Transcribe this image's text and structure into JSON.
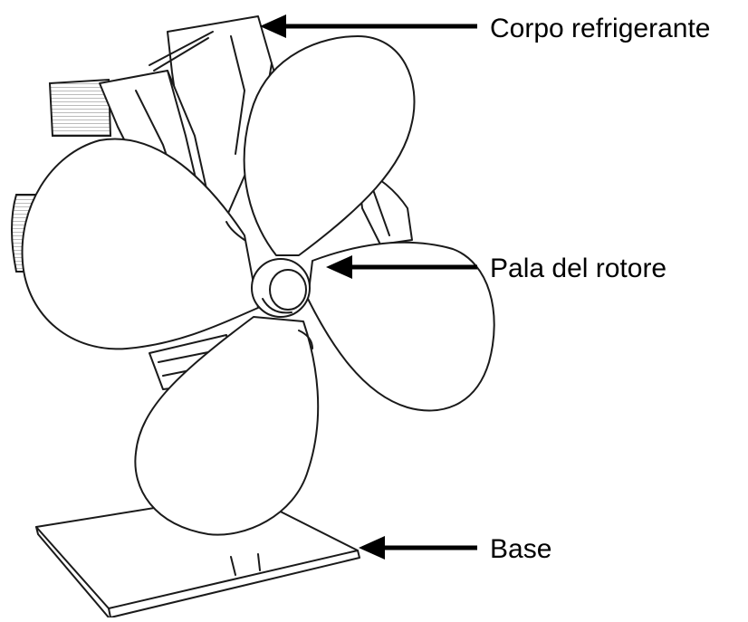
{
  "labels": {
    "cooling_body": "Corpo refrigerante",
    "rotor_blade": "Pala del rotore",
    "base": "Base"
  },
  "colors": {
    "stroke": "#1a1a1a",
    "arrow": "#000000",
    "background": "#ffffff"
  }
}
